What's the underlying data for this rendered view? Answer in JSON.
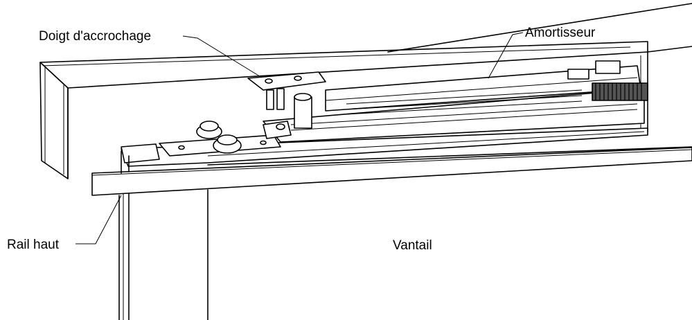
{
  "labels": {
    "doigt": "Doigt d'accrochage",
    "amortisseur": "Amortisseur",
    "rail": "Rail haut",
    "vantail": "Vantail"
  },
  "colors": {
    "line": "#000000",
    "background": "#ffffff"
  }
}
